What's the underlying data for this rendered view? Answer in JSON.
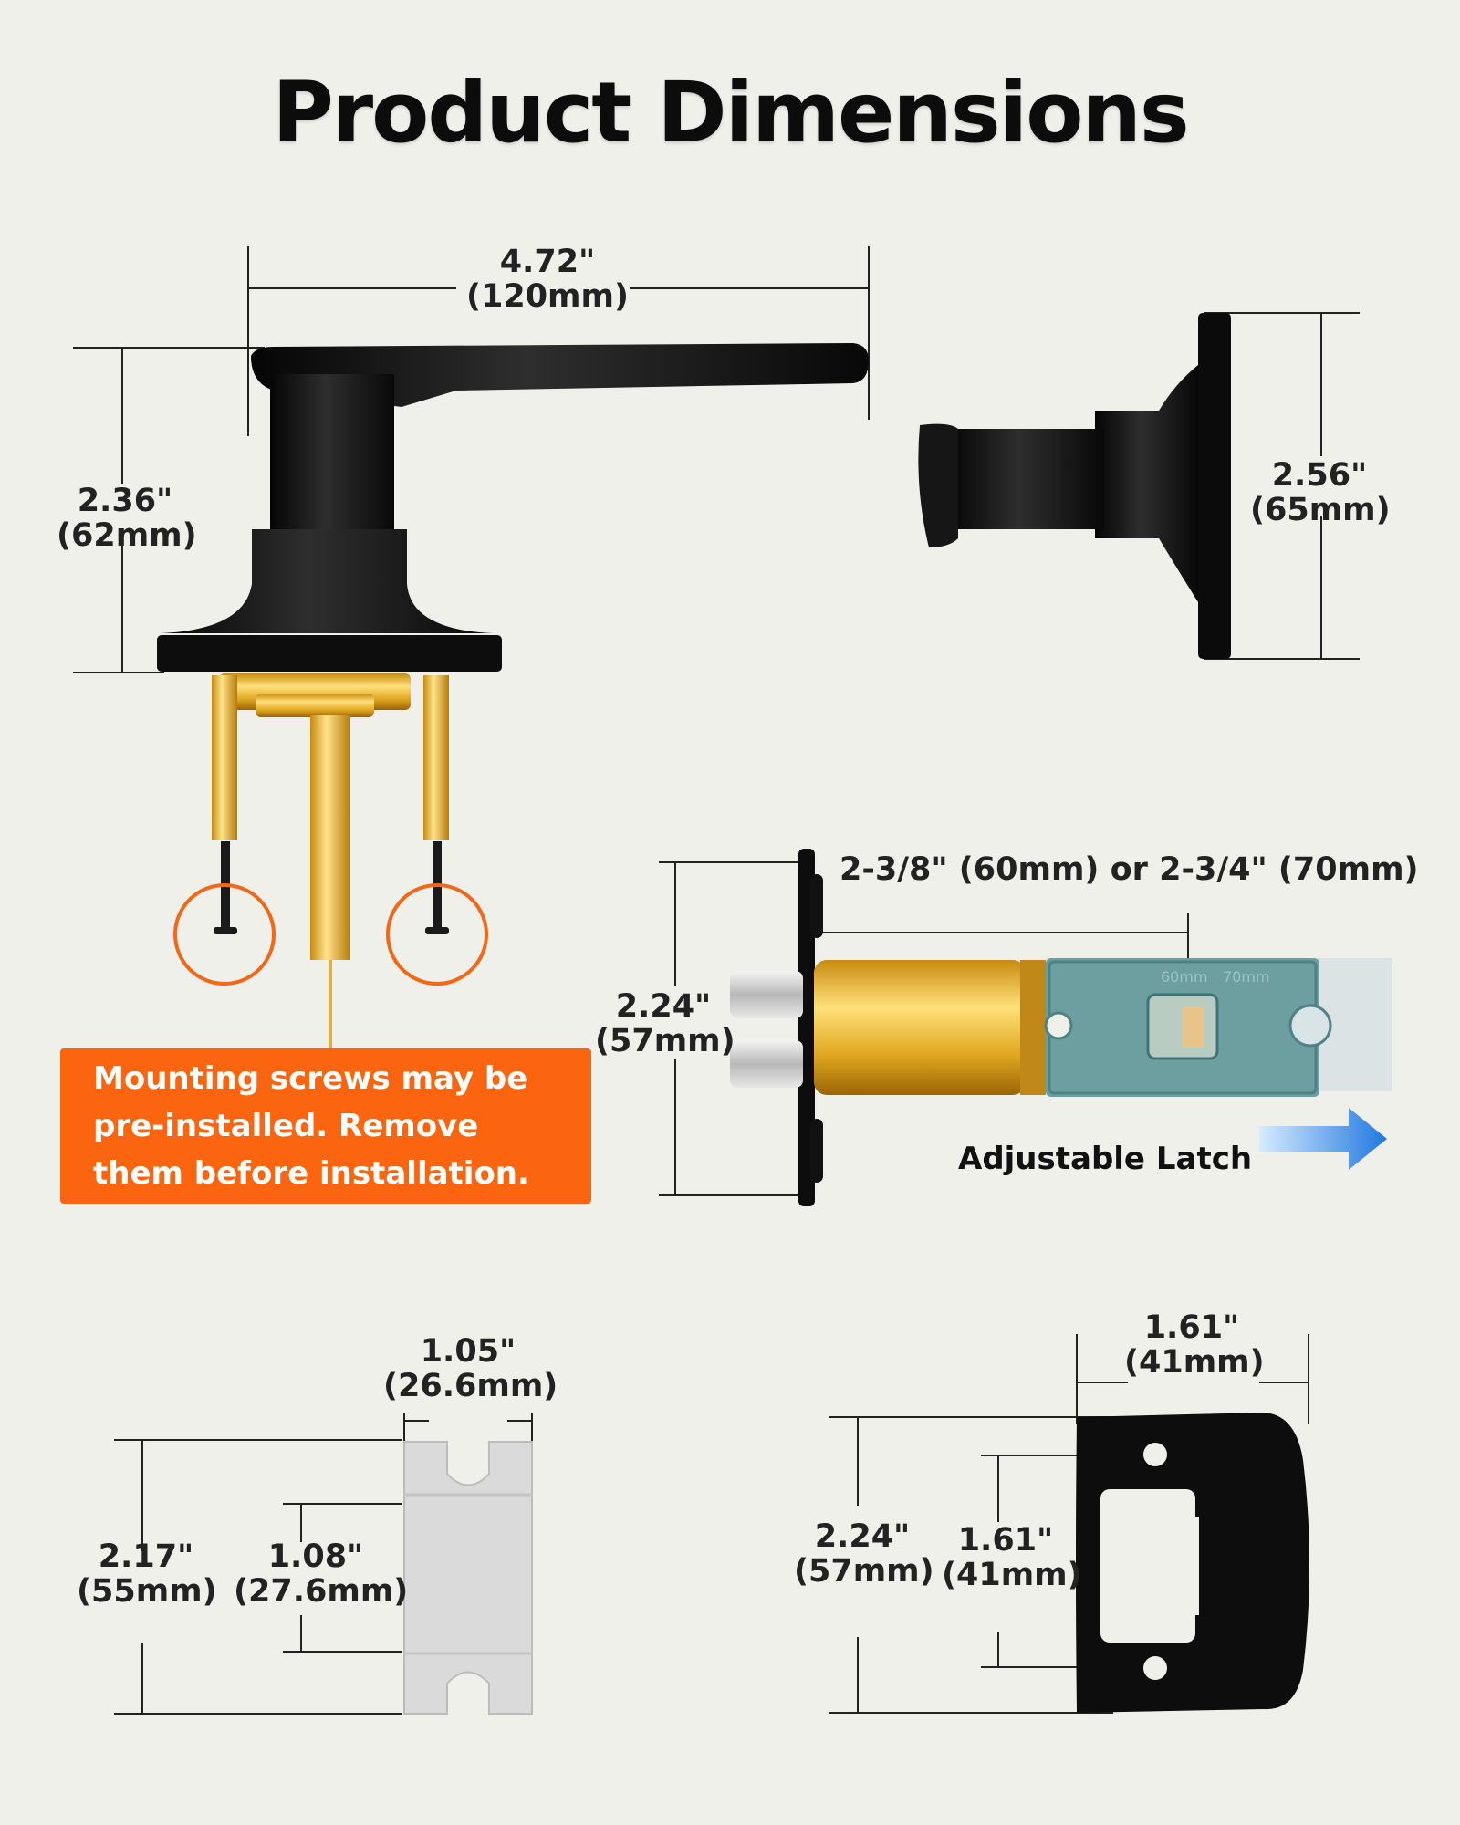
{
  "title": "Product Dimensions",
  "note": "Mounting screws may be pre-installed. Remove them before installation.",
  "latch": {
    "label": "Adjustable Latch",
    "backset": "2-3/8\" (60mm) or 2-3/4\" (70mm)",
    "plate_marks": [
      "60mm",
      "70mm"
    ]
  },
  "dimensions": {
    "lever_width": {
      "in": "4.72\"",
      "mm": "(120mm)"
    },
    "lever_height": {
      "in": "2.36\"",
      "mm": "(62mm)"
    },
    "rose_height": {
      "in": "2.56\"",
      "mm": "(65mm)"
    },
    "latch_height": {
      "in": "2.24\"",
      "mm": "(57mm)"
    },
    "strike_box_width": {
      "in": "1.05\"",
      "mm": "(26.6mm)"
    },
    "strike_box_height": {
      "in": "2.17\"",
      "mm": "(55mm)"
    },
    "strike_box_inner": {
      "in": "1.08\"",
      "mm": "(27.6mm)"
    },
    "strike_plate_width": {
      "in": "1.61\"",
      "mm": "(41mm)"
    },
    "strike_plate_height": {
      "in": "2.24\"",
      "mm": "(57mm)"
    },
    "strike_plate_hole_span": {
      "in": "1.61\"",
      "mm": "(41mm)"
    }
  },
  "colors": {
    "background": "#f0f0eb",
    "accent": "#fc6510",
    "hardware": "#101010",
    "brass": "#e8b830",
    "latch_plate": "#6d9ea0",
    "arrow": "#2b86e8"
  }
}
